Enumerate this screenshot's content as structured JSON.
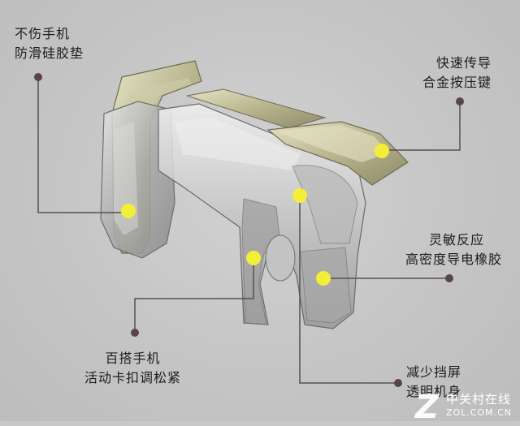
{
  "callouts": {
    "pad": {
      "line1": "不伤手机",
      "line2": "防滑硅胶垫"
    },
    "key": {
      "line1": "快速传导",
      "line2": "合金按压键"
    },
    "rubber": {
      "line1": "灵敏反应",
      "line2": "高密度导电橡胶"
    },
    "clip": {
      "line1": "百搭手机",
      "line2": "活动卡扣调松紧"
    },
    "body": {
      "line1": "减少挡屏",
      "line2": "透明机身"
    }
  },
  "watermark": {
    "logo": "Z",
    "name": "中关村在线",
    "url": "ZOL.COM.CN"
  },
  "colors": {
    "dot": "#f3ee3a",
    "leader": "#5a4f4f",
    "anchor": "#5a4545"
  }
}
